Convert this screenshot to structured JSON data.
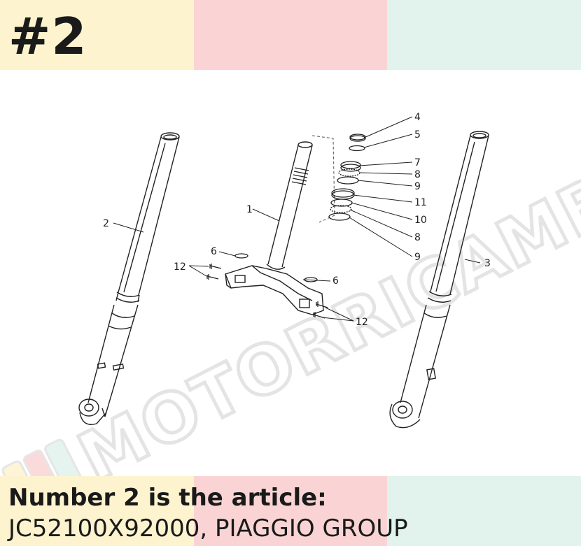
{
  "badge": {
    "text": "#2"
  },
  "colors": {
    "yellow": "#fdf4cf",
    "pink": "#fad4d4",
    "mint": "#e1f3ec",
    "ink": "#1a1a1a"
  },
  "watermark": {
    "text": "MOTORRICAMBI"
  },
  "diagram": {
    "callouts": {
      "c1": "1",
      "c2": "2",
      "c3": "3",
      "c4": "4",
      "c5": "5",
      "c6a": "6",
      "c6b": "6",
      "c7": "7",
      "c8a": "8",
      "c9a": "9",
      "c11": "11",
      "c10": "10",
      "c8b": "8",
      "c9b": "9",
      "c12a": "12",
      "c12b": "12"
    }
  },
  "caption": {
    "line1": "Number 2 is the article:",
    "line2": "JC52100X92000, PIAGGIO GROUP"
  }
}
